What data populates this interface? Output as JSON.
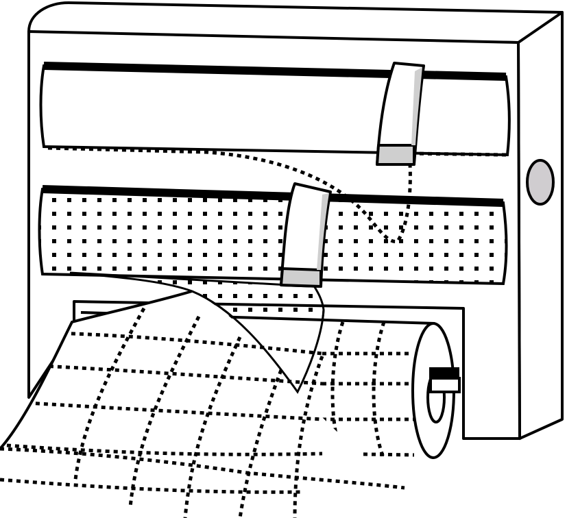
{
  "illustration": {
    "subject": "",
    "colors": {
      "outline": "#000000",
      "fill": "#ffffff",
      "cutter_shade": "#cfcfcf",
      "knob": "#d0cdd0"
    },
    "patterns": {
      "top_roll": "dotted-edge",
      "middle_roll": "square-dot-grid",
      "bottom_roll": "dotted-grid"
    }
  }
}
